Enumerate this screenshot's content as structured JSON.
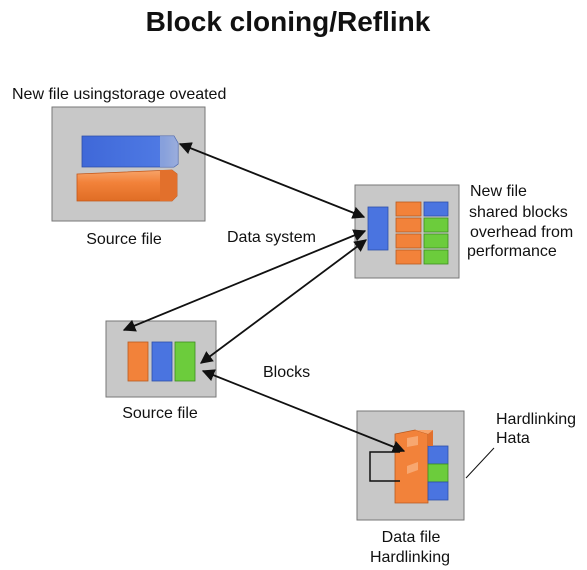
{
  "title": "Block cloning/Reflink",
  "labels": {
    "top_caption": "New file usingstorage oveated",
    "source_top": "Source file",
    "data_system": "Data system",
    "new_file_lines": [
      "New file",
      "shared blocks",
      "overhead from",
      "performance"
    ],
    "source_mid": "Source file",
    "blocks": "Blocks",
    "hardlinking_lines": [
      "Hardlinking",
      "Hata"
    ],
    "data_file_lines": [
      "Data file",
      "Hardlinking"
    ]
  },
  "colors": {
    "panel": "#c8c8c8",
    "panel_border": "#777777",
    "blue": "#4a74e0",
    "orange": "#f2823a",
    "green": "#6ccc3c",
    "arrow": "#111111"
  }
}
